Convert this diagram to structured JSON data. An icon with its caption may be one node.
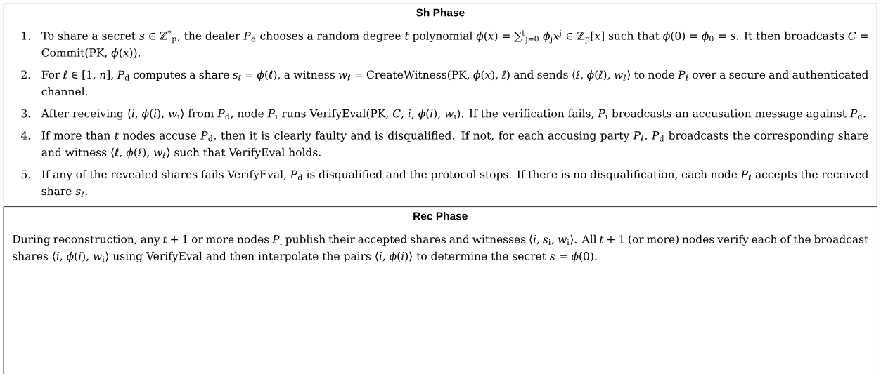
{
  "diagram": {
    "nodes": [
      {
        "text": [
          "Sh Phase",
          "1.",
          "To share a secret *s* ∈ ℤ$^{*}$$_{p}$, the dealer *P*$_{d}$ chooses a random degree *t* polynomial *ϕ*(*x*) = ∑$^{t}$$_{j=0}$ *ϕ*$_{j}$*x*$^{j}$ ∈ ℤ$_{p}$[*x*] such that *ϕ*(0) = *ϕ*$_{0}$ = *s*. It then broadcasts *C* = Commit(PK, *ϕ*(*x*)).",
          "2.",
          "For *ℓ* ∈ [1, *n*], *P*$_{d}$ computes a share *s*$_{ℓ}$ = *ϕ*(*ℓ*), a witness *w*$_{ℓ}$ = CreateWitness(PK, *ϕ*(*x*), *ℓ*) and sends ⟨*ℓ*, *ϕ*(*ℓ*), *w*$_{ℓ}$⟩ to node *P*$_{ℓ}$ over a secure and authenticated channel.",
          "3.",
          "After receiving ⟨*i*, *ϕ*(*i*), *w*$_{i}$⟩ from *P*$_{d}$, node *P*$_{i}$ runs VerifyEval(PK, *C*, *i*, *ϕ*(*i*), *w*$_{i}$). If the verification fails, *P*$_{i}$ broadcasts an accusation message against *P*$_{d}$.",
          "4.",
          "If more than *t* nodes accuse *P*$_{d}$, then it is clearly faulty and is disqualified. If not, for each accusing party *P*$_{ℓ}$, *P*$_{d}$ broadcasts the corresponding share and witness ⟨*ℓ*, *ϕ*(*ℓ*), *w*$_{ℓ}$⟩ such that VerifyEval holds.",
          "5.",
          "If any of the revealed shares fails VerifyEval, *P*$_{d}$ is disqualified and the protocol stops. If there is no disqualification, each node *P*$_{ℓ}$ accepts the received share *s*$_{ℓ}$."
        ]
      },
      {
        "text": [
          "Rec Phase",
          "During reconstruction, any *t* + 1 or more nodes *P*$_{i}$ publish their accepted shares and witnesses ⟨*i*, *s*$_{i}$, *w*$_{i}$⟩. All *t* + 1 (or more) nodes verify each of the broadcast shares ⟨*i*, *ϕ*(*i*), *w*$_{i}$⟩ using VerifyEval and then interpolate the pairs ⟨*i*, *ϕ*(*i*)⟩ to determine the secret *s* = *ϕ*(0)."
        ]
      }
    ]
  }
}
